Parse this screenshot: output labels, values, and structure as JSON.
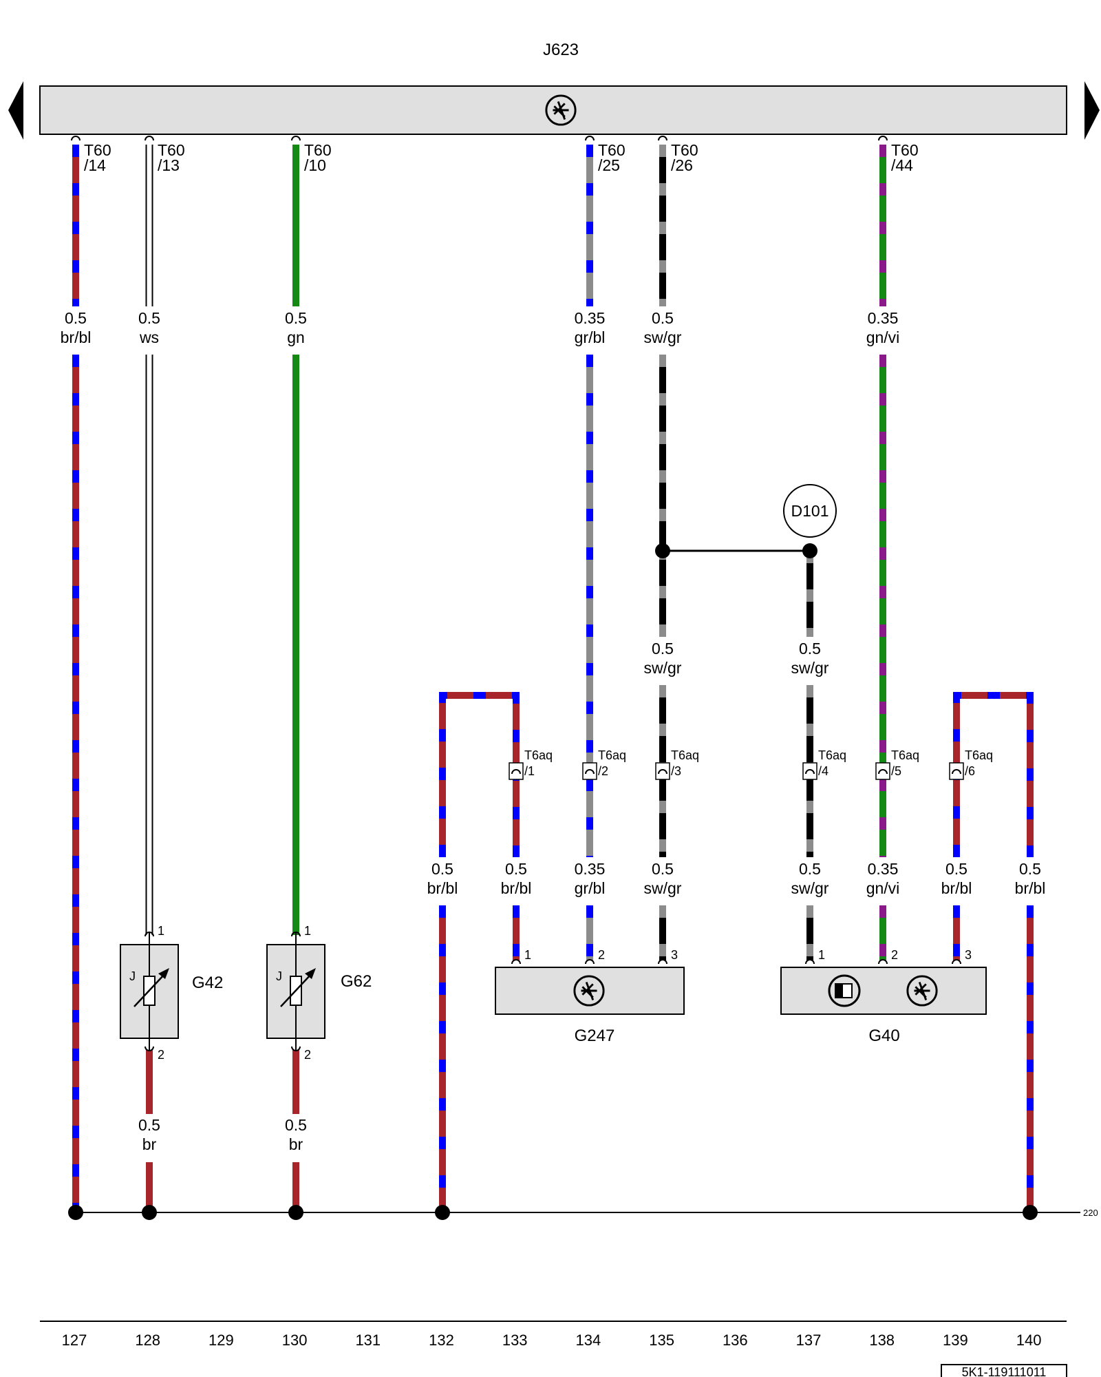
{
  "title": "J623",
  "ecu_name": "J623",
  "colors": {
    "br": "#a8262b",
    "bl": "#0000ff",
    "ws": "#ffffff",
    "gn": "#148a14",
    "gr": "#8c8c8c",
    "sw": "#000000",
    "vi": "#8a1a8a",
    "box": "#e0e0e0"
  },
  "ecu_pins": [
    {
      "connector": "T60",
      "pin": "/14"
    },
    {
      "connector": "T60",
      "pin": "/13"
    },
    {
      "connector": "T60",
      "pin": "/10"
    },
    {
      "connector": "T60",
      "pin": "/25"
    },
    {
      "connector": "T60",
      "pin": "/26"
    },
    {
      "connector": "T60",
      "pin": "/44"
    }
  ],
  "wires": [
    {
      "size": "0.5",
      "color": "br/bl"
    },
    {
      "size": "0.5",
      "color": "ws"
    },
    {
      "size": "0.5",
      "color": "gn"
    },
    {
      "size": "0.35",
      "color": "gr/bl"
    },
    {
      "size": "0.5",
      "color": "sw/gr"
    },
    {
      "size": "0.35",
      "color": "gn/vi"
    },
    {
      "size": "0.5",
      "color": "sw/gr"
    },
    {
      "size": "0.5",
      "color": "sw/gr"
    },
    {
      "size": "0.5",
      "color": "br/bl"
    },
    {
      "size": "0.5",
      "color": "br/bl"
    },
    {
      "size": "0.35",
      "color": "gr/bl"
    },
    {
      "size": "0.5",
      "color": "sw/gr"
    },
    {
      "size": "0.5",
      "color": "sw/gr"
    },
    {
      "size": "0.35",
      "color": "gn/vi"
    },
    {
      "size": "0.5",
      "color": "br/bl"
    },
    {
      "size": "0.5",
      "color": "br/bl"
    },
    {
      "size": "0.5",
      "color": "br"
    },
    {
      "size": "0.5",
      "color": "br"
    }
  ],
  "junction": "D101",
  "t6aq": [
    {
      "connector": "T6aq",
      "pin": "/1"
    },
    {
      "connector": "T6aq",
      "pin": "/2"
    },
    {
      "connector": "T6aq",
      "pin": "/3"
    },
    {
      "connector": "T6aq",
      "pin": "/4"
    },
    {
      "connector": "T6aq",
      "pin": "/5"
    },
    {
      "connector": "T6aq",
      "pin": "/6"
    }
  ],
  "components": {
    "g42": {
      "name": "G42",
      "pin_top": "1",
      "pin_bottom": "2",
      "symbol": "J"
    },
    "g62": {
      "name": "G62",
      "pin_top": "1",
      "pin_bottom": "2",
      "symbol": "J"
    },
    "g247": {
      "name": "G247",
      "pins": [
        "1",
        "2",
        "3"
      ]
    },
    "g40": {
      "name": "G40",
      "pins": [
        "1",
        "2",
        "3"
      ]
    }
  },
  "ground_ref": "220",
  "footer_numbers": [
    "127",
    "128",
    "129",
    "130",
    "131",
    "132",
    "133",
    "134",
    "135",
    "136",
    "137",
    "138",
    "139",
    "140"
  ],
  "drawing_code": "5K1-119111011"
}
